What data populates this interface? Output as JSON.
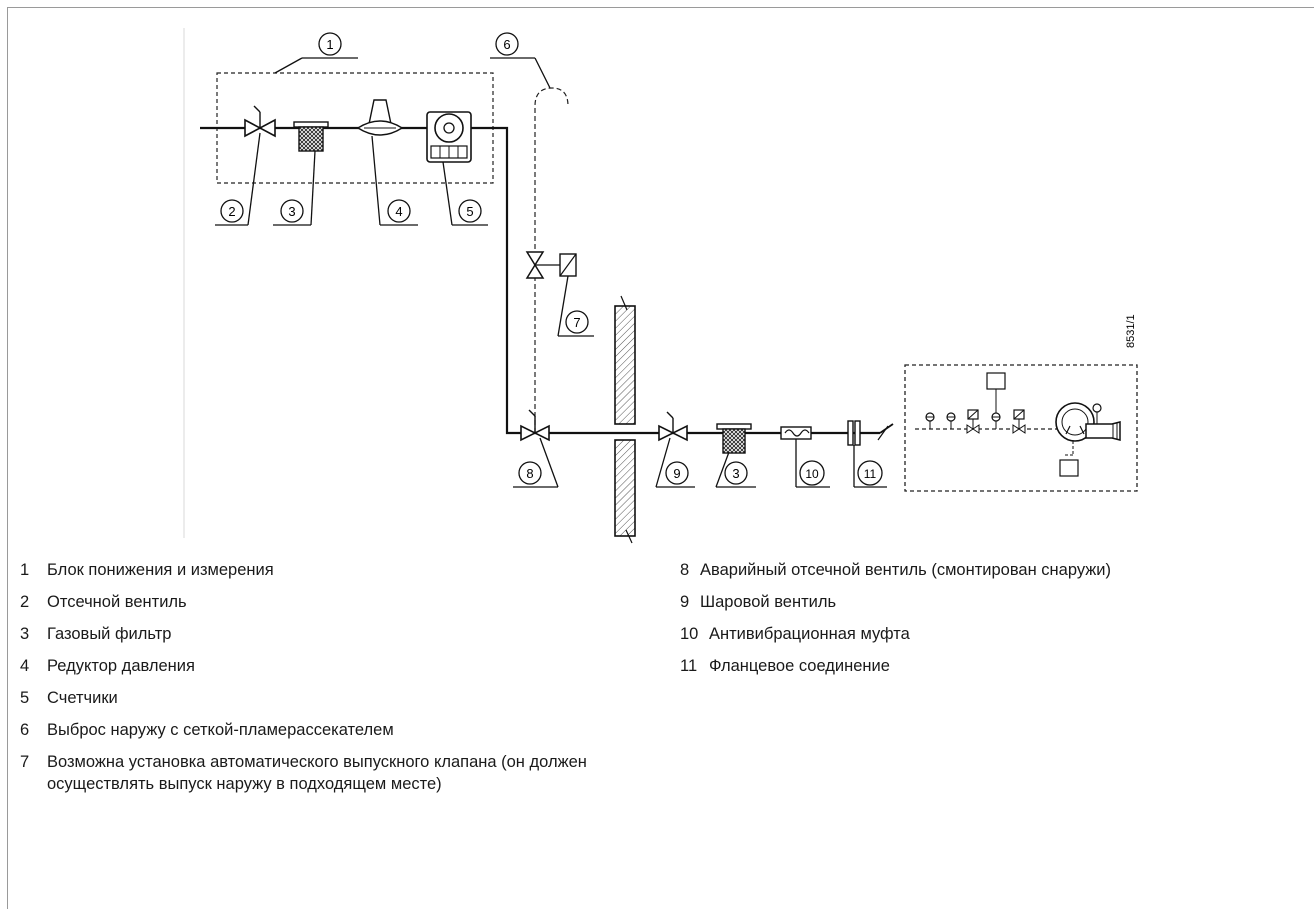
{
  "drawing_code": "8531/1",
  "callouts": [
    "1",
    "2",
    "3",
    "4",
    "5",
    "6",
    "7",
    "8",
    "9",
    "3",
    "10",
    "11"
  ],
  "legend_left": [
    {
      "num": "1",
      "text": "Блок понижения и измерения"
    },
    {
      "num": "2",
      "text": "Отсечной вентиль"
    },
    {
      "num": "3",
      "text": "Газовый фильтр"
    },
    {
      "num": "4",
      "text": "Редуктор давления"
    },
    {
      "num": "5",
      "text": "Счетчики"
    },
    {
      "num": "6",
      "text": "Выброс наружу с сеткой-пламерассекателем"
    },
    {
      "num": "7",
      "text": "Возможна установка автоматического выпускного клапана (он должен осуществлять выпуск наружу в подходящем месте)"
    }
  ],
  "legend_right": [
    {
      "num": "8",
      "text": "Аварийный отсечной вентиль (смонтирован снаружи)"
    },
    {
      "num": "9",
      "text": "Шаровой вентиль"
    },
    {
      "num": "10",
      "text": "Антивибрационная муфта"
    },
    {
      "num": "11",
      "text": "Фланцевое соединение"
    }
  ]
}
